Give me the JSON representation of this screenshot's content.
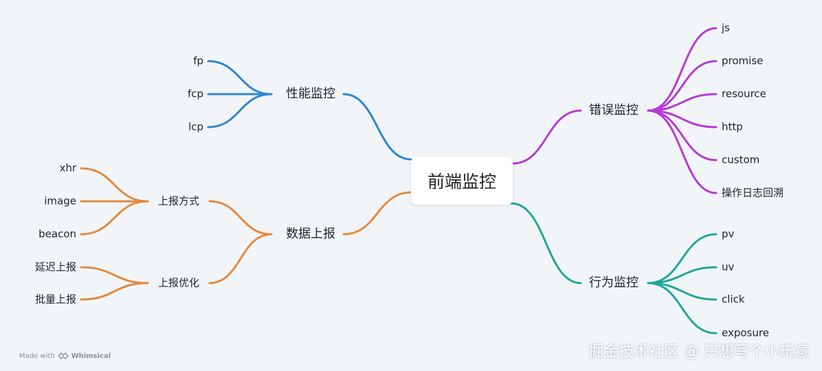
{
  "root": {
    "label": "前端监控"
  },
  "colors": {
    "performance": "#2f86d4",
    "report": "#e5893f",
    "error": "#b53bd6",
    "behavior": "#1fa89a"
  },
  "branches": {
    "performance": {
      "label": "性能监控",
      "children": [
        "fp",
        "fcp",
        "lcp"
      ]
    },
    "report": {
      "label": "数据上报",
      "sub": [
        {
          "label": "上报方式",
          "children": [
            "xhr",
            "image",
            "beacon"
          ]
        },
        {
          "label": "上报优化",
          "children": [
            "延迟上报",
            "批量上报"
          ]
        }
      ]
    },
    "error": {
      "label": "错误监控",
      "children": [
        "js",
        "promise",
        "resource",
        "http",
        "custom",
        "操作日志回溯"
      ]
    },
    "behavior": {
      "label": "行为监控",
      "children": [
        "pv",
        "uv",
        "click",
        "exposure"
      ]
    }
  },
  "footer": {
    "made_with": "Made with",
    "brand": "Whimsical",
    "watermark": "掘金技术社区 @ 只想写个小玩意"
  }
}
